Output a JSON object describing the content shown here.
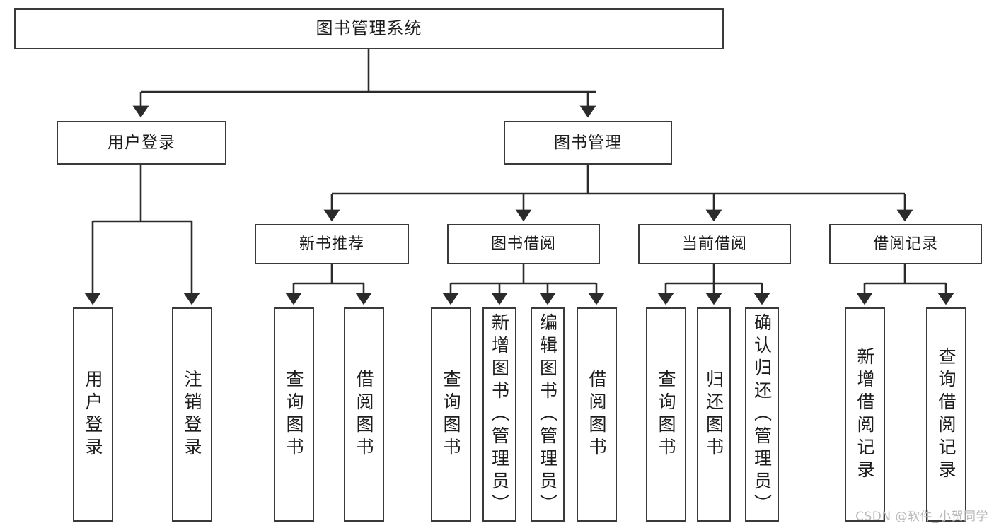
{
  "diagram": {
    "type": "tree-hierarchy",
    "title": "图书管理系统",
    "root": {
      "id": "root",
      "label": "图书管理系统"
    },
    "level2": [
      {
        "id": "user-login",
        "label": "用户登录"
      },
      {
        "id": "book-manage",
        "label": "图书管理"
      }
    ],
    "level3": [
      {
        "id": "new-book-rec",
        "label": "新书推荐",
        "parent": "book-manage"
      },
      {
        "id": "book-borrow",
        "label": "图书借阅",
        "parent": "book-manage"
      },
      {
        "id": "current-borrow",
        "label": "当前借阅",
        "parent": "book-manage"
      },
      {
        "id": "borrow-record",
        "label": "借阅记录",
        "parent": "book-manage"
      }
    ],
    "leaves": [
      {
        "id": "leaf-user-login",
        "label": "用户登录",
        "parent": "user-login"
      },
      {
        "id": "leaf-logout",
        "label": "注销登录",
        "parent": "user-login"
      },
      {
        "id": "leaf-query-book-1",
        "label": "查询图书",
        "parent": "new-book-rec"
      },
      {
        "id": "leaf-borrow-book-1",
        "label": "借阅图书",
        "parent": "new-book-rec"
      },
      {
        "id": "leaf-query-book-2",
        "label": "查询图书",
        "parent": "book-borrow"
      },
      {
        "id": "leaf-add-book",
        "label": "新增图书（管理员）",
        "parent": "book-borrow"
      },
      {
        "id": "leaf-edit-book",
        "label": "编辑图书（管理员）",
        "parent": "book-borrow"
      },
      {
        "id": "leaf-borrow-book-2",
        "label": "借阅图书",
        "parent": "book-borrow"
      },
      {
        "id": "leaf-query-book-3",
        "label": "查询图书",
        "parent": "current-borrow"
      },
      {
        "id": "leaf-return-book",
        "label": "归还图书",
        "parent": "current-borrow"
      },
      {
        "id": "leaf-confirm-return",
        "label": "确认归还（管理员）",
        "parent": "current-borrow"
      },
      {
        "id": "leaf-add-record",
        "label": "新增借阅记录",
        "parent": "borrow-record"
      },
      {
        "id": "leaf-query-record",
        "label": "查询借阅记录",
        "parent": "borrow-record"
      }
    ],
    "colors": {
      "box_border": "#3a3a3a",
      "box_fill": "#ffffff",
      "connector": "#2b2b2b",
      "text": "#1d1d1d",
      "background": "#ffffff",
      "watermark": "#b9b9b9"
    }
  },
  "watermark": {
    "text": "CSDN @软件_小贺同学"
  }
}
